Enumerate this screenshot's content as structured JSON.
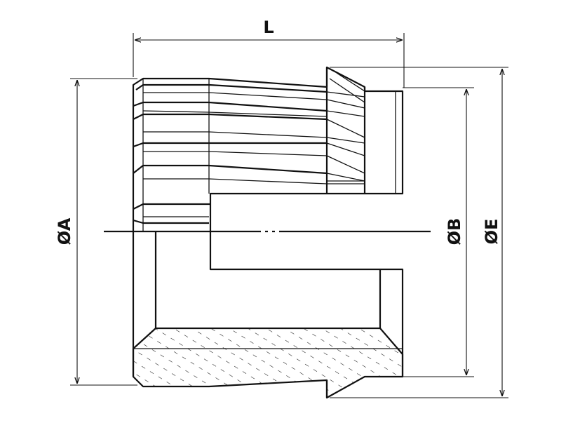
{
  "dimensions": {
    "length_label": "L",
    "diameter_a_label": "ØA",
    "diameter_b_label": "ØB",
    "diameter_e_label": "ØE"
  },
  "colors": {
    "line": "#111111",
    "background": "#ffffff"
  }
}
